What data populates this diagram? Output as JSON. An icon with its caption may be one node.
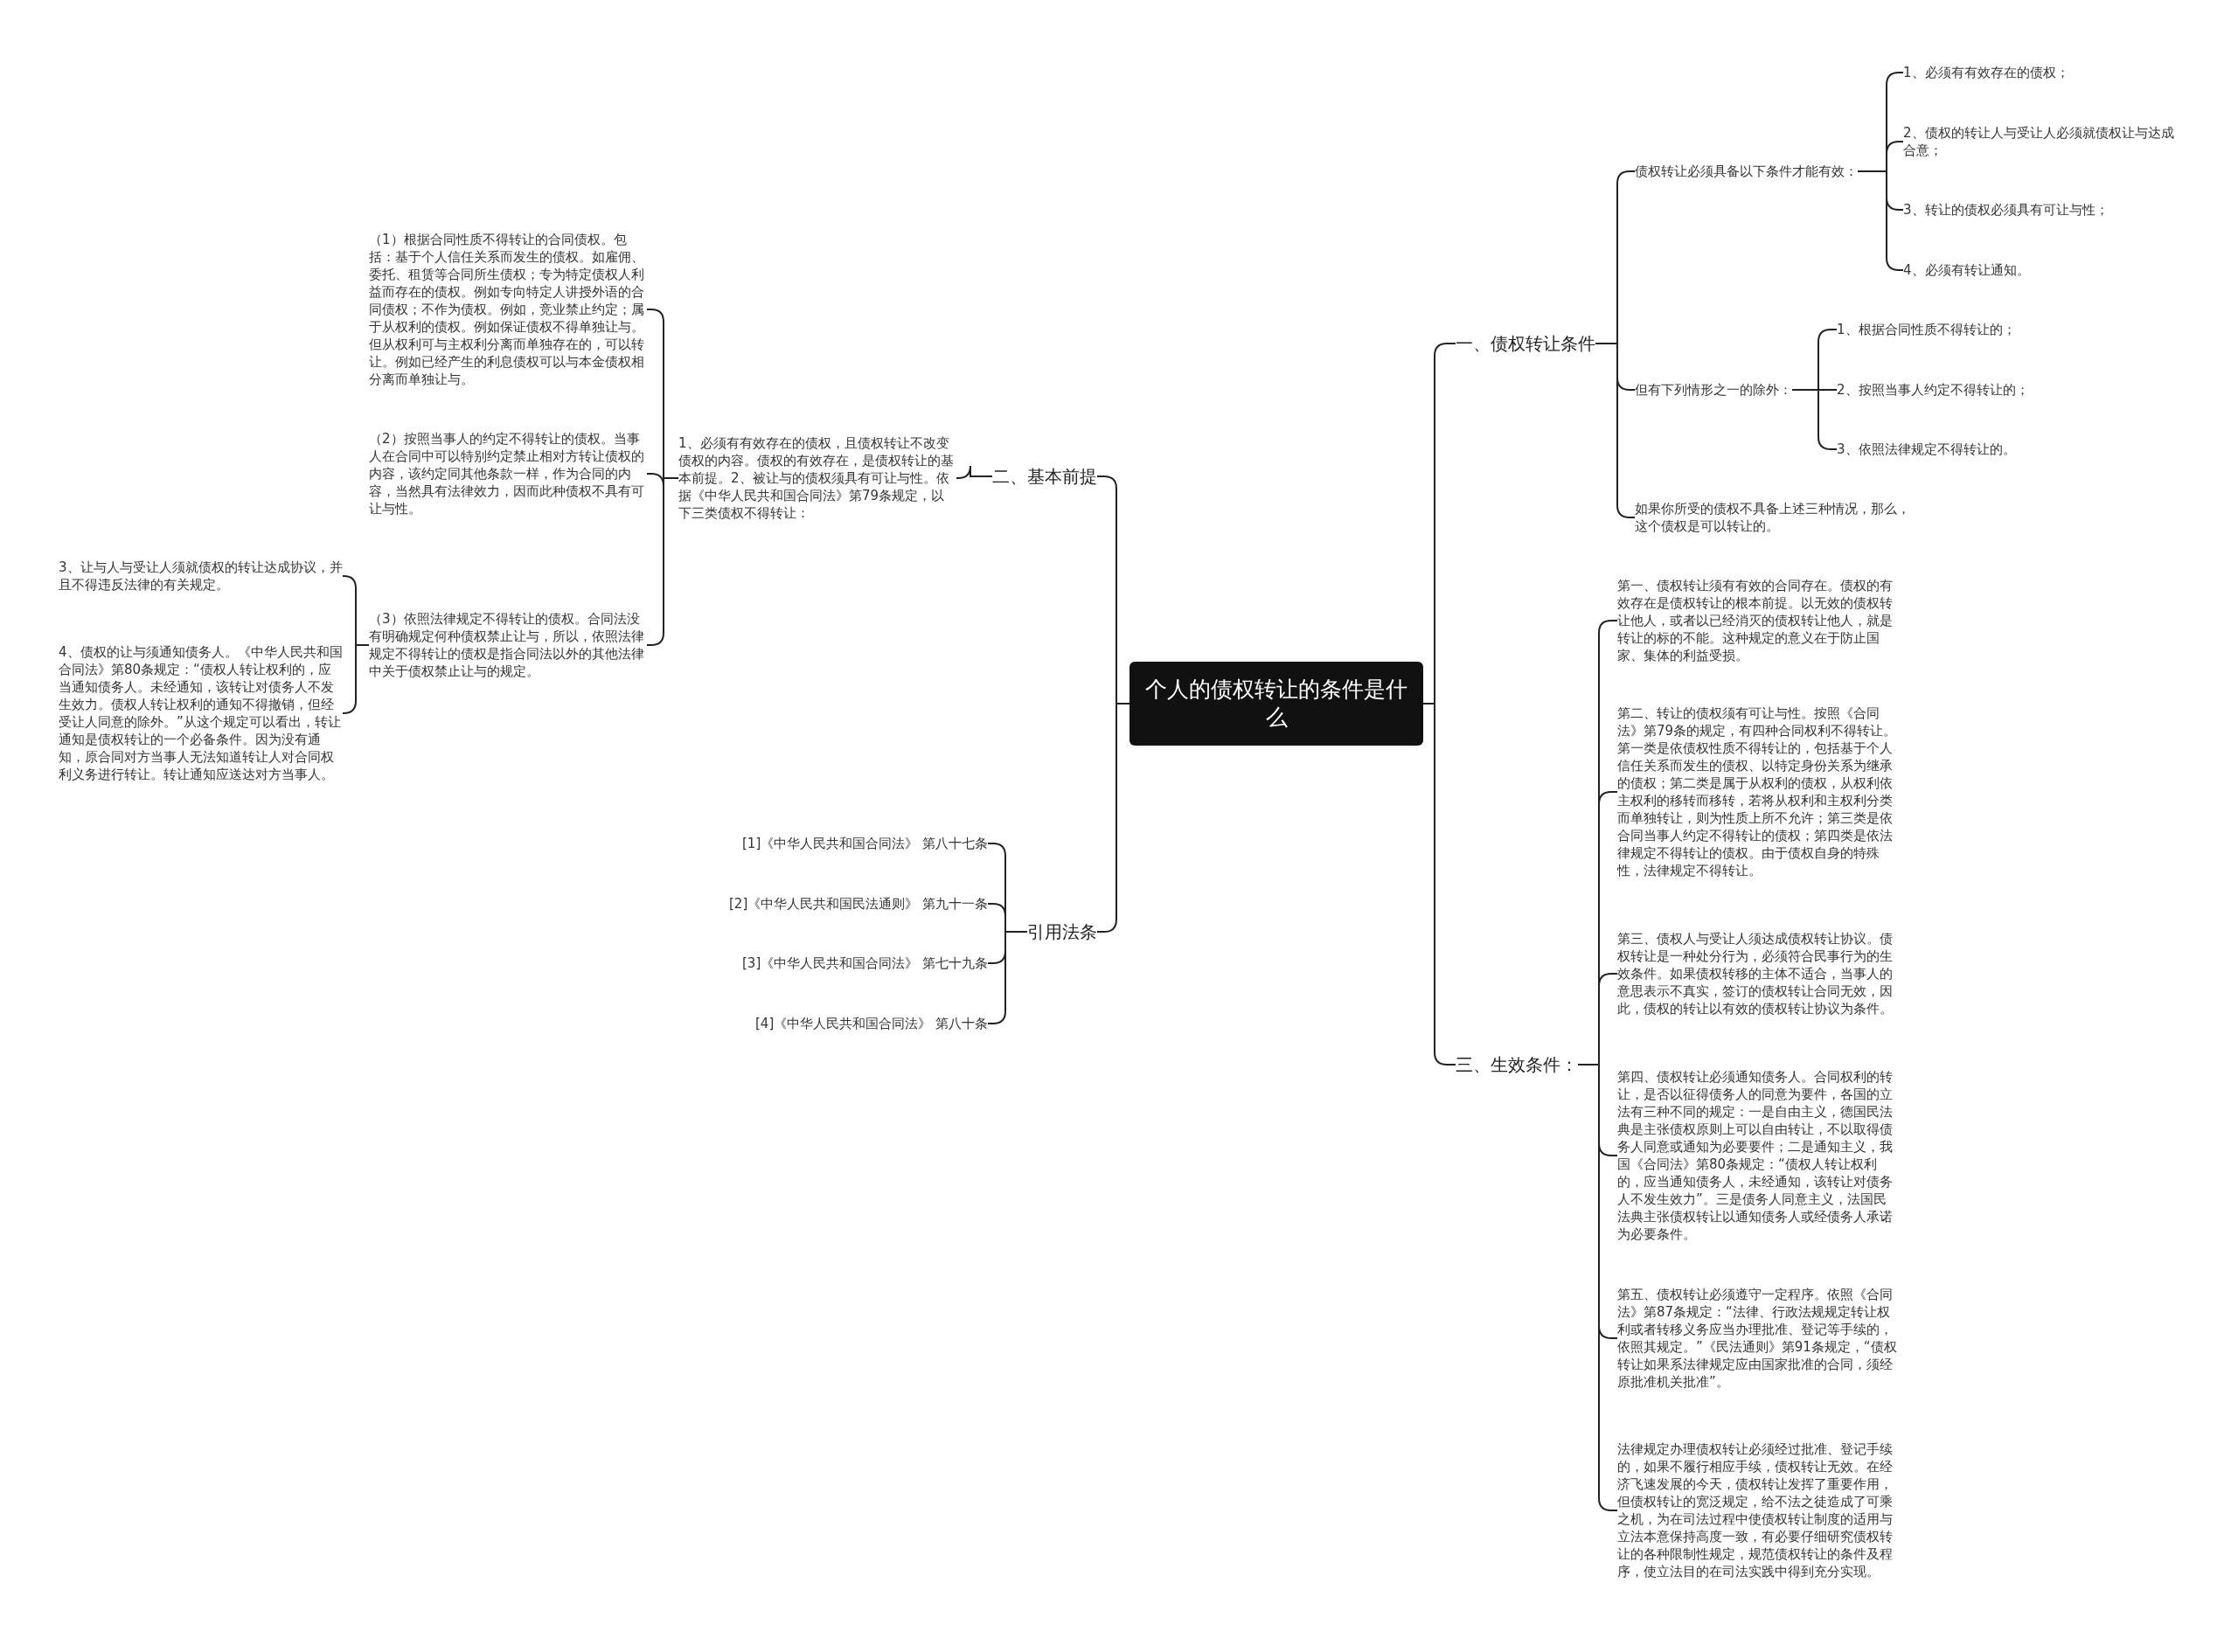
{
  "diagram": {
    "nodes": [
      {
        "text": [
          "个人的债权转让的条件是什么"
        ]
      },
      {
        "text": [
          "一、债权转让条件"
        ]
      },
      {
        "text": [
          "债权转让必须具备以下条件才能有效："
        ]
      },
      {
        "text": [
          "1、必须有有效存在的债权；"
        ]
      },
      {
        "text": [
          "2、债权的转让人与受让人必须就债权让与达成合意；"
        ]
      },
      {
        "text": [
          "3、转让的债权必须具有可让与性；"
        ]
      },
      {
        "text": [
          "4、必须有转让通知。"
        ]
      },
      {
        "text": [
          "但有下列情形之一的除外："
        ]
      },
      {
        "text": [
          "1、根据合同性质不得转让的；"
        ]
      },
      {
        "text": [
          "2、按照当事人约定不得转让的；"
        ]
      },
      {
        "text": [
          "3、依照法律规定不得转让的。"
        ]
      },
      {
        "text": [
          "如果你所受的债权不具备上述三种情况，那么，这个债权是可以转让的。"
        ]
      },
      {
        "text": [
          "三、生效条件："
        ]
      },
      {
        "text": [
          "第一、债权转让须有有效的合同存在。债权的有效存在是债权转让的根本前提。以无效的债权转让他人，或者以已经消灭的债权转让他人，就是转让的标的不能。这种规定的意义在于防止国家、集体的利益受损。"
        ]
      },
      {
        "text": [
          "第二、转让的债权须有可让与性。按照《合同法》第79条的规定，有四种合同权利不得转让。第一类是依债权性质不得转让的，包括基于个人信任关系而发生的债权、以特定身份关系为继承的债权；第二类是属于从权利的债权，从权利依主权利的移转而移转，若将从权利和主权利分类而单独转让，则为性质上所不允许；第三类是依合同当事人约定不得转让的债权；第四类是依法律规定不得转让的债权。由于债权自身的特殊性，法律规定不得转让。"
        ]
      },
      {
        "text": [
          "第三、债权人与受让人须达成债权转让协议。债权转让是一种处分行为，必须符合民事行为的生效条件。如果债权转移的主体不适合，当事人的意思表示不真实，签订的债权转让合同无效，因此，债权的转让以有效的债权转让协议为条件。"
        ]
      },
      {
        "text": [
          "第四、债权转让必须通知债务人。合同权利的转让，是否以征得债务人的同意为要件，各国的立法有三种不同的规定：一是自由主义，德国民法典是主张债权原则上可以自由转让，不以取得债务人同意或通知为必要要件；二是通知主义，我国《合同法》第80条规定：“债权人转让权利的，应当通知债务人，未经通知，该转让对债务人不发生效力”。三是债务人同意主义，法国民法典主张债权转让以通知债务人或经债务人承诺为必要条件。"
        ]
      },
      {
        "text": [
          "第五、债权转让必须遵守一定程序。依照《合同法》第87条规定：“法律、行政法规规定转让权利或者转移义务应当办理批准、登记等手续的，依照其规定。”《民法通则》第91条规定，“债权转让如果系法律规定应由国家批准的合同，须经原批准机关批准”。"
        ]
      },
      {
        "text": [
          "法律规定办理债权转让必须经过批准、登记手续的，如果不履行相应手续，债权转让无效。在经济飞速发展的今天，债权转让发挥了重要作用，但债权转让的宽泛规定，给不法之徒造成了可乘之机，为在司法过程中使债权转让制度的适用与立法本意保持高度一致，有必要仔细研究债权转让的各种限制性规定，规范债权转让的条件及程序，使立法目的在司法实践中得到充分实现。"
        ]
      },
      {
        "text": [
          "二、基本前提"
        ]
      },
      {
        "text": [
          "1、必须有有效存在的债权，且债权转让不改变债权的内容。债权的有效存在，是债权转让的基本前提。2、被让与的债权须具有可让与性。依据《中华人民共和国合同法》第79条规定，以下三类债权不得转让："
        ]
      },
      {
        "text": [
          "（1）根据合同性质不得转让的合同债权。包括：基于个人信任关系而发生的债权。如雇佣、委托、租赁等合同所生债权；专为特定债权人利益而存在的债权。例如专向特定人讲授外语的合同债权；不作为债权。例如，竞业禁止约定；属于从权利的债权。例如保证债权不得单独让与。但从权利可与主权利分离而单独存在的，可以转让。例如已经产生的利息债权可以与本金债权相分离而单独让与。"
        ]
      },
      {
        "text": [
          "（2）按照当事人的约定不得转让的债权。当事人在合同中可以特别约定禁止相对方转让债权的内容，该约定同其他条款一样，作为合同的内容，当然具有法律效力，因而此种债权不具有可让与性。"
        ]
      },
      {
        "text": [
          "（3）依照法律规定不得转让的债权。合同法没有明确规定何种债权禁止让与，所以，依照法律规定不得转让的债权是指合同法以外的其他法律中关于债权禁止让与的规定。"
        ]
      },
      {
        "text": [
          "3、让与人与受让人须就债权的转让达成协议，并且不得违反法律的有关规定。"
        ]
      },
      {
        "text": [
          "4、债权的让与须通知债务人。《中华人民共和国合同法》第80条规定：“债权人转让权利的，应当通知债务人。未经通知，该转让对债务人不发生效力。债权人转让权利的通知不得撤销，但经受让人同意的除外。”从这个规定可以看出，转让通知是债权转让的一个必备条件。因为没有通知，原合同对方当事人无法知道转让人对合同权利义务进行转让。转让通知应送达对方当事人。"
        ]
      },
      {
        "text": [
          "引用法条"
        ]
      },
      {
        "text": [
          "[1]《中华人民共和国合同法》 第八十七条"
        ]
      },
      {
        "text": [
          "[2]《中华人民共和国民法通则》 第九十一条"
        ]
      },
      {
        "text": [
          "[3]《中华人民共和国合同法》 第七十九条"
        ]
      },
      {
        "text": [
          "[4]《中华人民共和国合同法》 第八十条"
        ]
      }
    ],
    "edges": [
      {
        "from": 0,
        "to": 1,
        "arrow": "none"
      },
      {
        "from": 1,
        "to": 2,
        "arrow": "none"
      },
      {
        "from": 2,
        "to": 3,
        "arrow": "none"
      },
      {
        "from": 2,
        "to": 4,
        "arrow": "none"
      },
      {
        "from": 2,
        "to": 5,
        "arrow": "none"
      },
      {
        "from": 2,
        "to": 6,
        "arrow": "none"
      },
      {
        "from": 1,
        "to": 7,
        "arrow": "none"
      },
      {
        "from": 7,
        "to": 8,
        "arrow": "none"
      },
      {
        "from": 7,
        "to": 9,
        "arrow": "none"
      },
      {
        "from": 7,
        "to": 10,
        "arrow": "none"
      },
      {
        "from": 1,
        "to": 11,
        "arrow": "none"
      },
      {
        "from": 0,
        "to": 12,
        "arrow": "none"
      },
      {
        "from": 12,
        "to": 13,
        "arrow": "none"
      },
      {
        "from": 12,
        "to": 14,
        "arrow": "none"
      },
      {
        "from": 12,
        "to": 15,
        "arrow": "none"
      },
      {
        "from": 12,
        "to": 16,
        "arrow": "none"
      },
      {
        "from": 12,
        "to": 17,
        "arrow": "none"
      },
      {
        "from": 12,
        "to": 18,
        "arrow": "none"
      },
      {
        "from": 0,
        "to": 19,
        "arrow": "none"
      },
      {
        "from": 19,
        "to": 20,
        "arrow": "none"
      },
      {
        "from": 20,
        "to": 21,
        "arrow": "none"
      },
      {
        "from": 20,
        "to": 22,
        "arrow": "none"
      },
      {
        "from": 20,
        "to": 23,
        "arrow": "none"
      },
      {
        "from": 23,
        "to": 24,
        "arrow": "none"
      },
      {
        "from": 23,
        "to": 25,
        "arrow": "none"
      },
      {
        "from": 0,
        "to": 26,
        "arrow": "none"
      },
      {
        "from": 26,
        "to": 27,
        "arrow": "none"
      },
      {
        "from": 26,
        "to": 28,
        "arrow": "none"
      },
      {
        "from": 26,
        "to": 29,
        "arrow": "none"
      },
      {
        "from": 26,
        "to": 30,
        "arrow": "none"
      }
    ]
  }
}
